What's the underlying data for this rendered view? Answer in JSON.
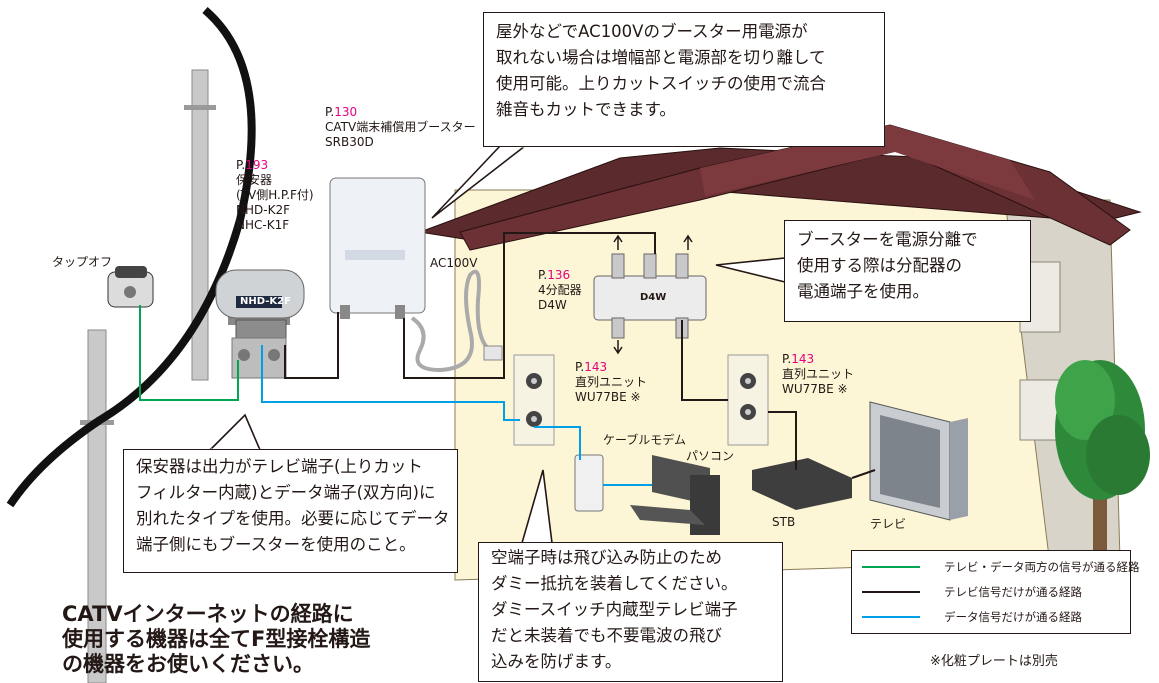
{
  "labels": {
    "tapoff": "タップオフ",
    "protector": {
      "page_prefix": "P.",
      "page_num": "193",
      "line1": "保安器",
      "line2": "(TV側H.P.F付)",
      "line3": "NHD-K2F",
      "line4": "NHC-K1F",
      "plate": "NHD-K2F"
    },
    "booster": {
      "page_prefix": "P.",
      "page_num": "130",
      "line1": "CATV端末補償用ブースター",
      "line2": "SRB30D"
    },
    "ac": "AC100V",
    "splitter": {
      "page_prefix": "P.",
      "page_num": "136",
      "line1": "4分配器",
      "line2": "D4W",
      "plate": "D4W"
    },
    "unit1": {
      "page_prefix": "P.",
      "page_num": "143",
      "line1": "直列ユニット",
      "line2": "WU77BE ※"
    },
    "unit2": {
      "page_prefix": "P.",
      "page_num": "143",
      "line1": "直列ユニット",
      "line2": "WU77BE ※"
    },
    "modem": "ケーブルモデム",
    "pc": "パソコン",
    "stb": "STB",
    "tv": "テレビ"
  },
  "callouts": {
    "top": [
      "屋外などでAC100Vのブースター用電源が",
      "取れない場合は増幅部と電源部を切り離して",
      "使用可能。上りカットスイッチの使用で流合",
      "雑音もカットできます。"
    ],
    "right": [
      "ブースターを電源分離で",
      "使用する際は分配器の",
      "電通端子を使用。"
    ],
    "left": [
      "保安器は出力がテレビ端子(上りカット",
      "フィルター内蔵)とデータ端子(双方向)に",
      "別れたタイプを使用。必要に応じてデータ",
      "端子側にもブースターを使用のこと。"
    ],
    "bottom": [
      "空端子時は飛び込み防止のため",
      "ダミー抵抗を装着してください。",
      "ダミースイッチ内蔵型テレビ端子",
      "だと未装着でも不要電波の飛び",
      "込みを防げます。"
    ]
  },
  "headline": [
    "CATVインターネットの経路に",
    "使用する機器は全てF型接栓構造",
    "の機器をお使いください。"
  ],
  "note": "※化粧プレートは別売",
  "legend": [
    {
      "label": "テレビ・データ両方の信号が通る経路",
      "color": "#00a651"
    },
    {
      "label": "テレビ信号だけが通る経路",
      "color": "#231815"
    },
    {
      "label": "データ信号だけが通る経路",
      "color": "#00a0e9"
    }
  ]
}
